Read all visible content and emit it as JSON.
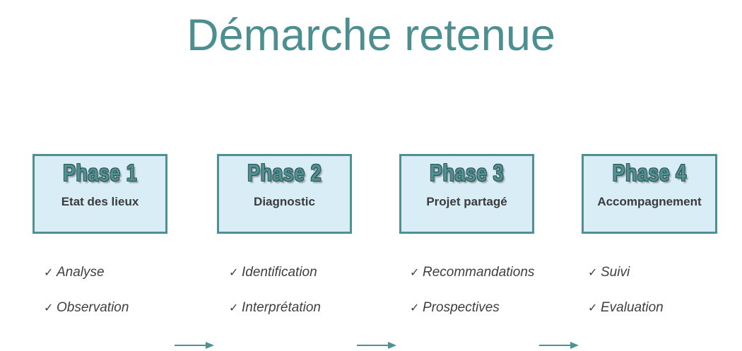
{
  "slide": {
    "title": "Démarche retenue",
    "background_color": "#ffffff",
    "accent_color": "#4d9193",
    "title_color": "#4d8f90",
    "box_fill_color": "#d8edf5",
    "text_color": "#3b3b3b"
  },
  "phases": [
    {
      "title": "Phase 1",
      "subtitle": "Etat des lieux",
      "bullets": [
        "Analyse",
        "Observation"
      ]
    },
    {
      "title": "Phase 2",
      "subtitle": "Diagnostic",
      "bullets": [
        "Identification",
        "Interprétation"
      ]
    },
    {
      "title": "Phase 3",
      "subtitle": "Projet partagé",
      "bullets": [
        "Recommandations",
        "Prospectives"
      ]
    },
    {
      "title": "Phase 4",
      "subtitle": "Accompagnement",
      "bullets": [
        "Suivi",
        "Evaluation"
      ]
    }
  ],
  "connectors": [
    {
      "name": "arrow-phase1-to-phase2"
    },
    {
      "name": "arrow-phase2-to-phase3"
    },
    {
      "name": "arrow-phase3-to-phase4"
    }
  ],
  "bullet_marker": "✓"
}
